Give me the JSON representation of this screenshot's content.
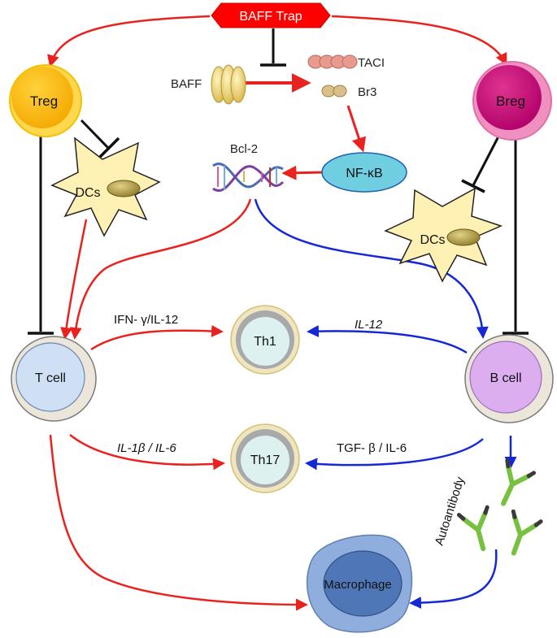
{
  "top": {
    "label": "BAFF Trap"
  },
  "ligand": {
    "label": "BAFF"
  },
  "receptors": {
    "taci": "TACI",
    "br3": "Br3"
  },
  "signaling": {
    "nfkb": "NF-κB",
    "bcl2": "Bcl-2"
  },
  "regulatory": {
    "treg": "Treg",
    "breg": "Breg"
  },
  "dendritic": {
    "left": "DCs",
    "right": "DCs"
  },
  "cells": {
    "tcell": "T cell",
    "bcell": "B cell",
    "th1": "Th1",
    "th17": "Th17",
    "macrophage": "Macrophage"
  },
  "cytokines": {
    "ifn_il12": "IFN- γ/IL-12",
    "il12": "IL-12",
    "il1b_il6": "IL-1β / IL-6",
    "tgfb_il6": "TGF- β / IL-6"
  },
  "antibody": {
    "label": "Autoantibody"
  },
  "colors": {
    "activation": "#e8231f",
    "inhibition": "#111111",
    "bcell_path": "#1428d6"
  }
}
